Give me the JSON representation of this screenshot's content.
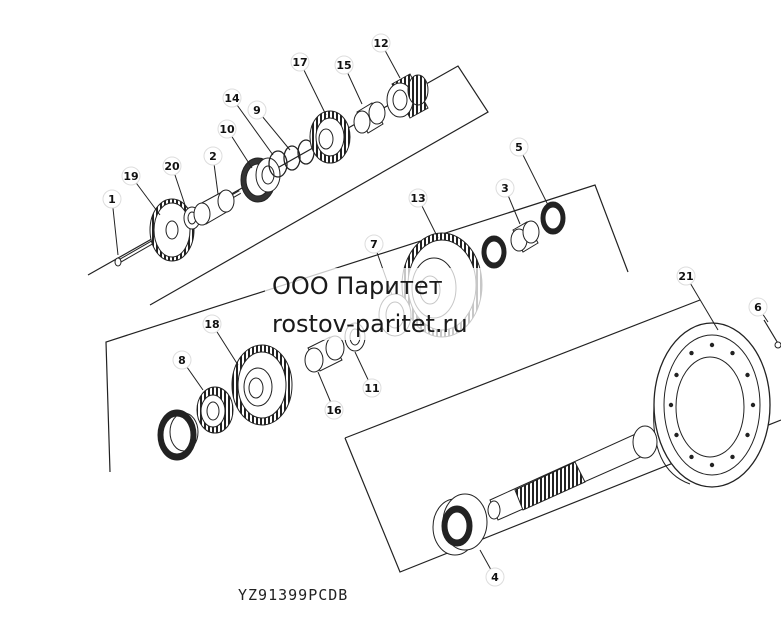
{
  "callouts": [
    "1",
    "19",
    "20",
    "2",
    "10",
    "14",
    "9",
    "17",
    "15",
    "12",
    "5",
    "3",
    "13",
    "7",
    "18",
    "8",
    "16",
    "11",
    "21",
    "6",
    "4"
  ],
  "watermark": {
    "line1": "ООО Паритет",
    "line2": "rostov-paritet.ru"
  },
  "drawing_code": "YZ91399PCDB"
}
